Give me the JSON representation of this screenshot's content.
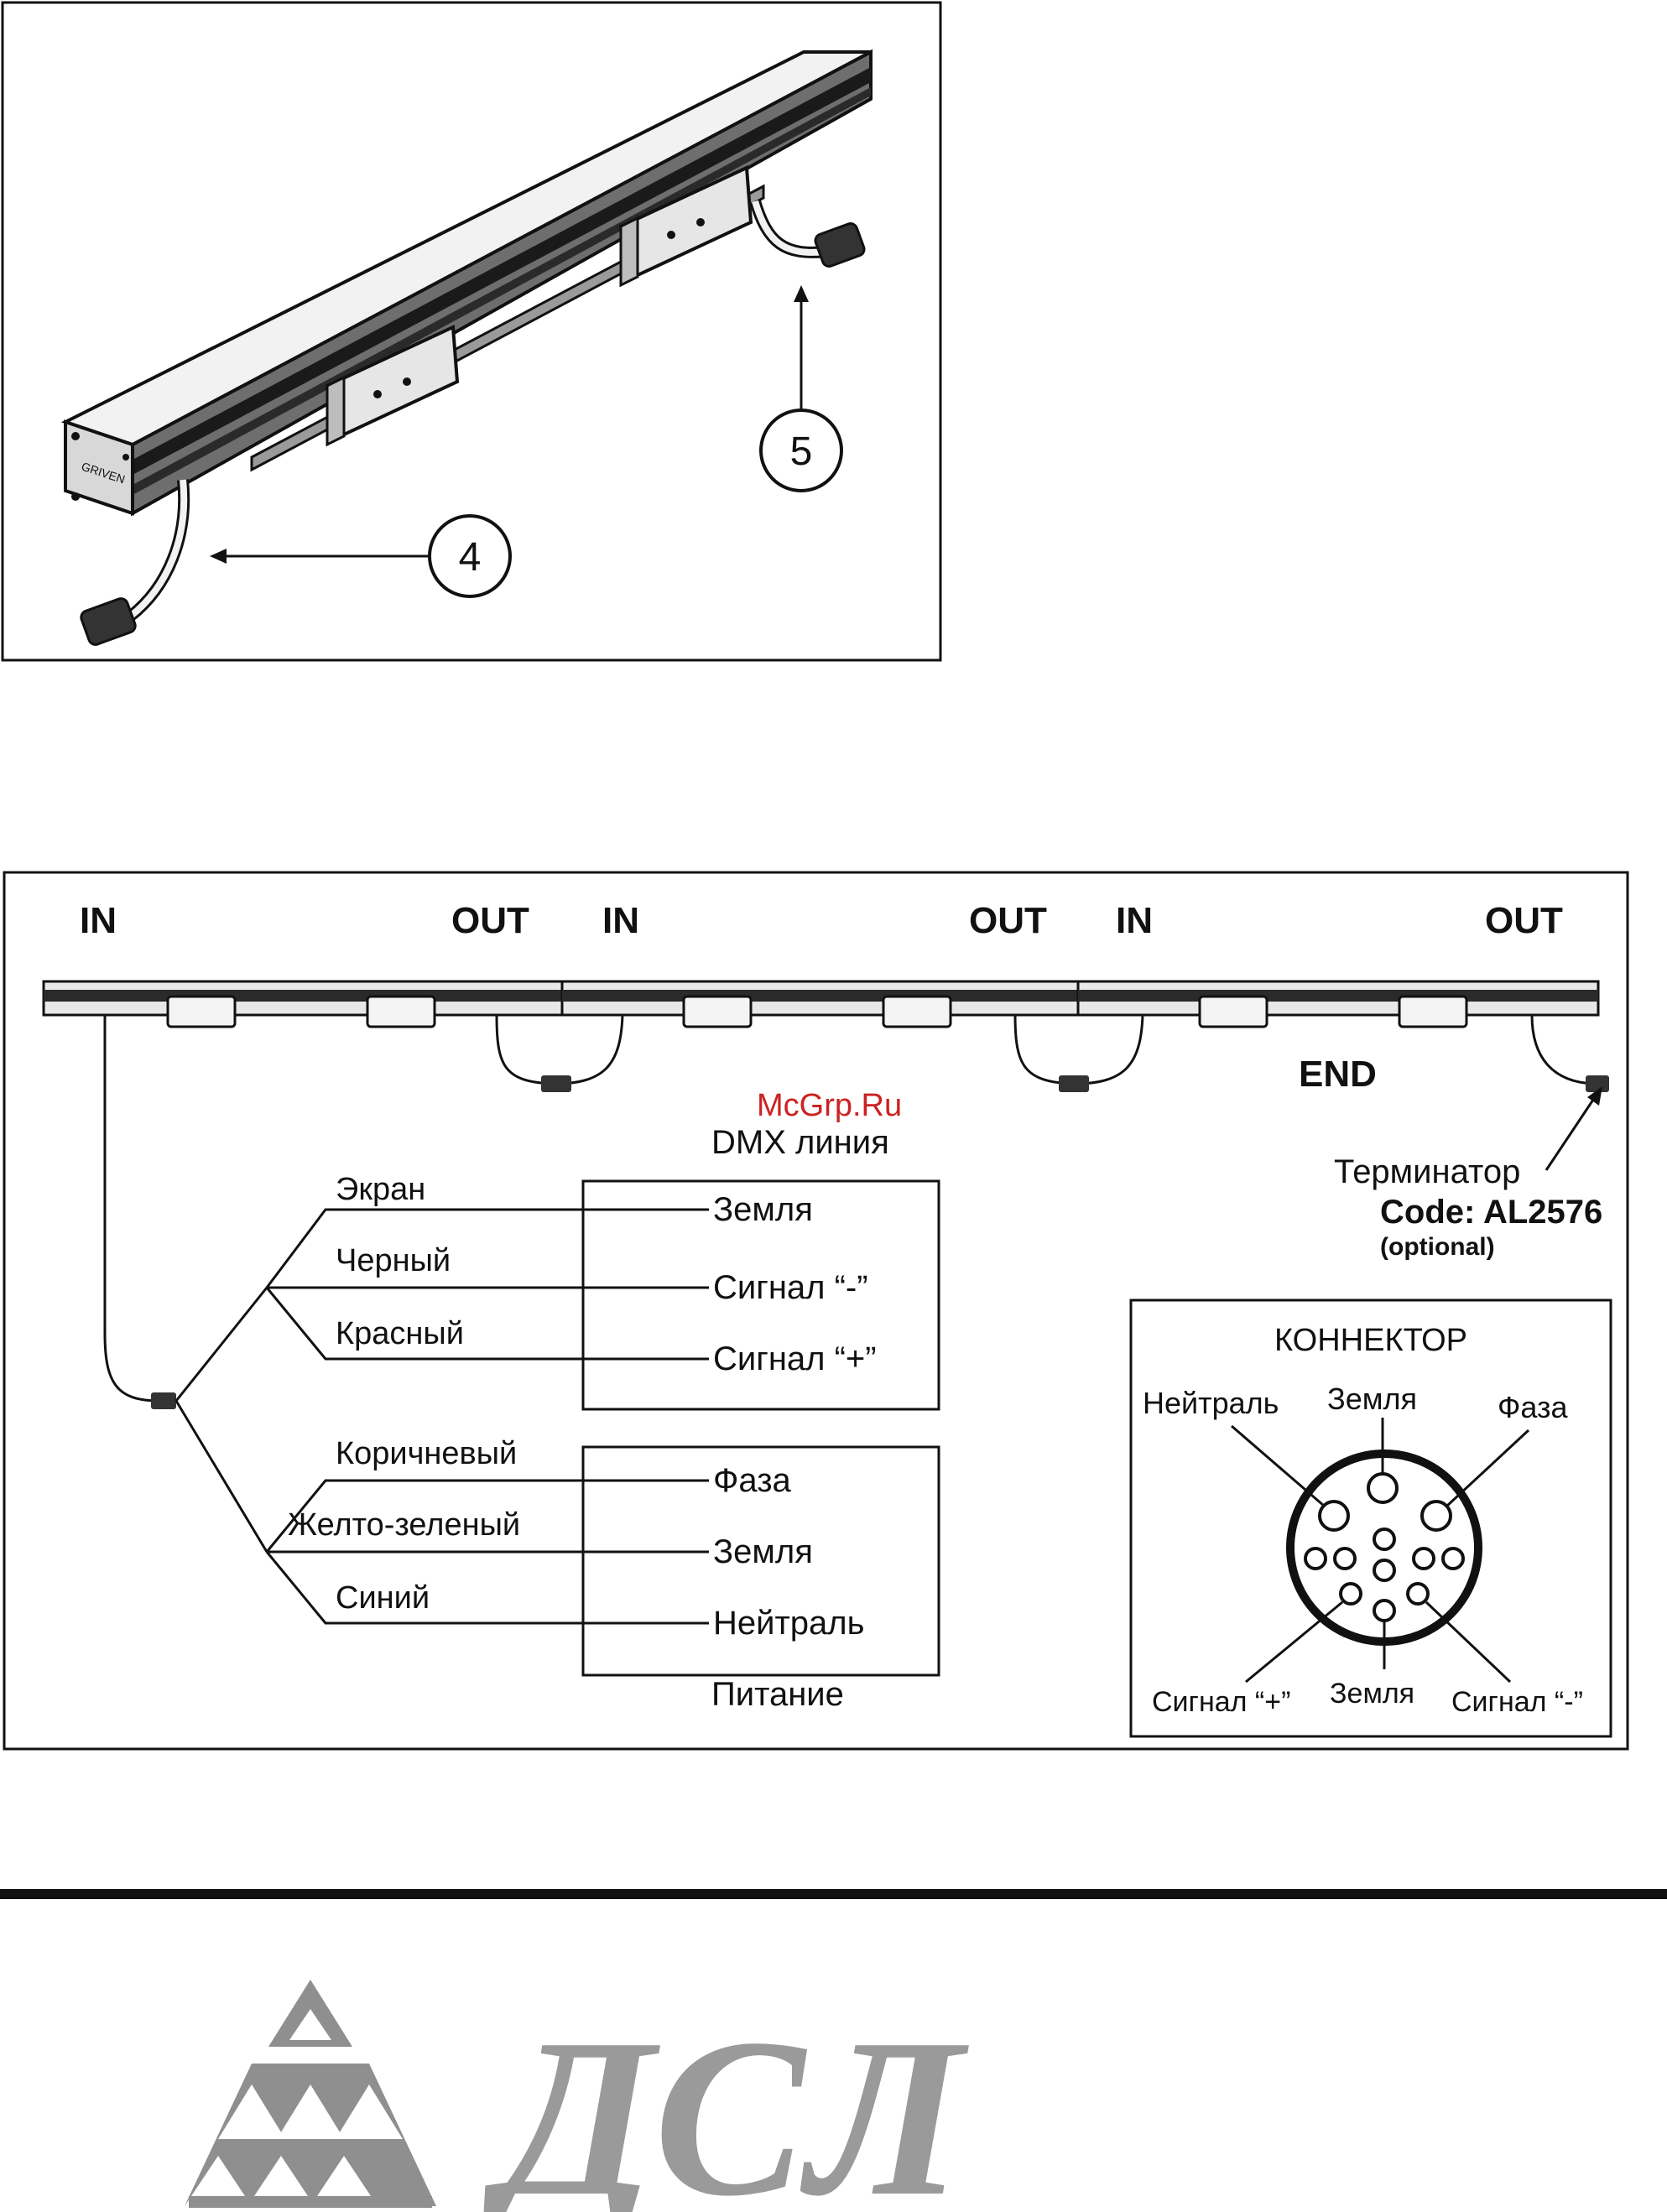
{
  "fixture_figure": {
    "callout_4": "4",
    "callout_5": "5",
    "brand_mark": "GRIVEN"
  },
  "wiring_diagram": {
    "segments": [
      {
        "in_label": "IN",
        "out_label": "OUT"
      },
      {
        "in_label": "IN",
        "out_label": "OUT"
      },
      {
        "in_label": "IN",
        "out_label": "OUT"
      }
    ],
    "end_label": "END",
    "watermark": "McGrp.Ru",
    "dmx_title": "DMX линия",
    "dmx_wires": [
      "Экран",
      "Черный",
      "Красный"
    ],
    "dmx_signals": [
      "Земля",
      "Сигнал “-”",
      "Сигнал “+”"
    ],
    "power_wires": [
      "Коричневый",
      "Желто-зеленый",
      "Синий"
    ],
    "power_signals": [
      "Фаза",
      "Земля",
      "Нейтраль"
    ],
    "power_title": "Питание",
    "terminator": {
      "label": "Терминатор",
      "code": "Code: AL2576",
      "note": "(optional)"
    },
    "connector": {
      "title": "КОННЕКТОР",
      "top_labels": [
        "Нейтраль",
        "Земля",
        "Фаза"
      ],
      "bottom_labels": [
        "Сигнал “+”",
        "Земля",
        "Сигнал “-”"
      ]
    }
  },
  "footer": {
    "logo_text": "ДСЛ"
  }
}
